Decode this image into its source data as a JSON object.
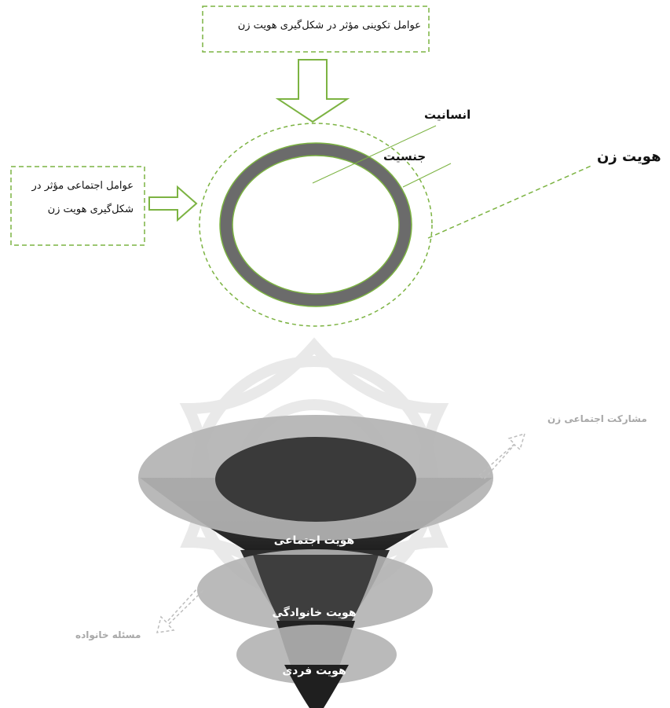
{
  "diagram": {
    "top_box": {
      "text": "عوامل تکوینی مؤثر در شکل‌گیری هویت زن"
    },
    "left_box": {
      "text": "عوامل اجتماعی مؤثر در شکل‌گیری هویت زن"
    },
    "ring_labels": {
      "humanity": "انسانیت",
      "gender": "جنسیت",
      "woman_identity": "هویت زن"
    },
    "funnel": {
      "social_participation": "مشارکت اجتماعی زن",
      "social_identity": "هویت اجتماعی",
      "family_identity": "هویت خانوادگی",
      "family_issue": "مسئله خانواده",
      "individual_identity": "هویت فردی"
    },
    "colors": {
      "dashed_green": "#7cb342",
      "ring_gray": "#6b6b6b",
      "ellipse_light": "#b3b3b3",
      "funnel_dark": "#3a3a3a"
    }
  }
}
